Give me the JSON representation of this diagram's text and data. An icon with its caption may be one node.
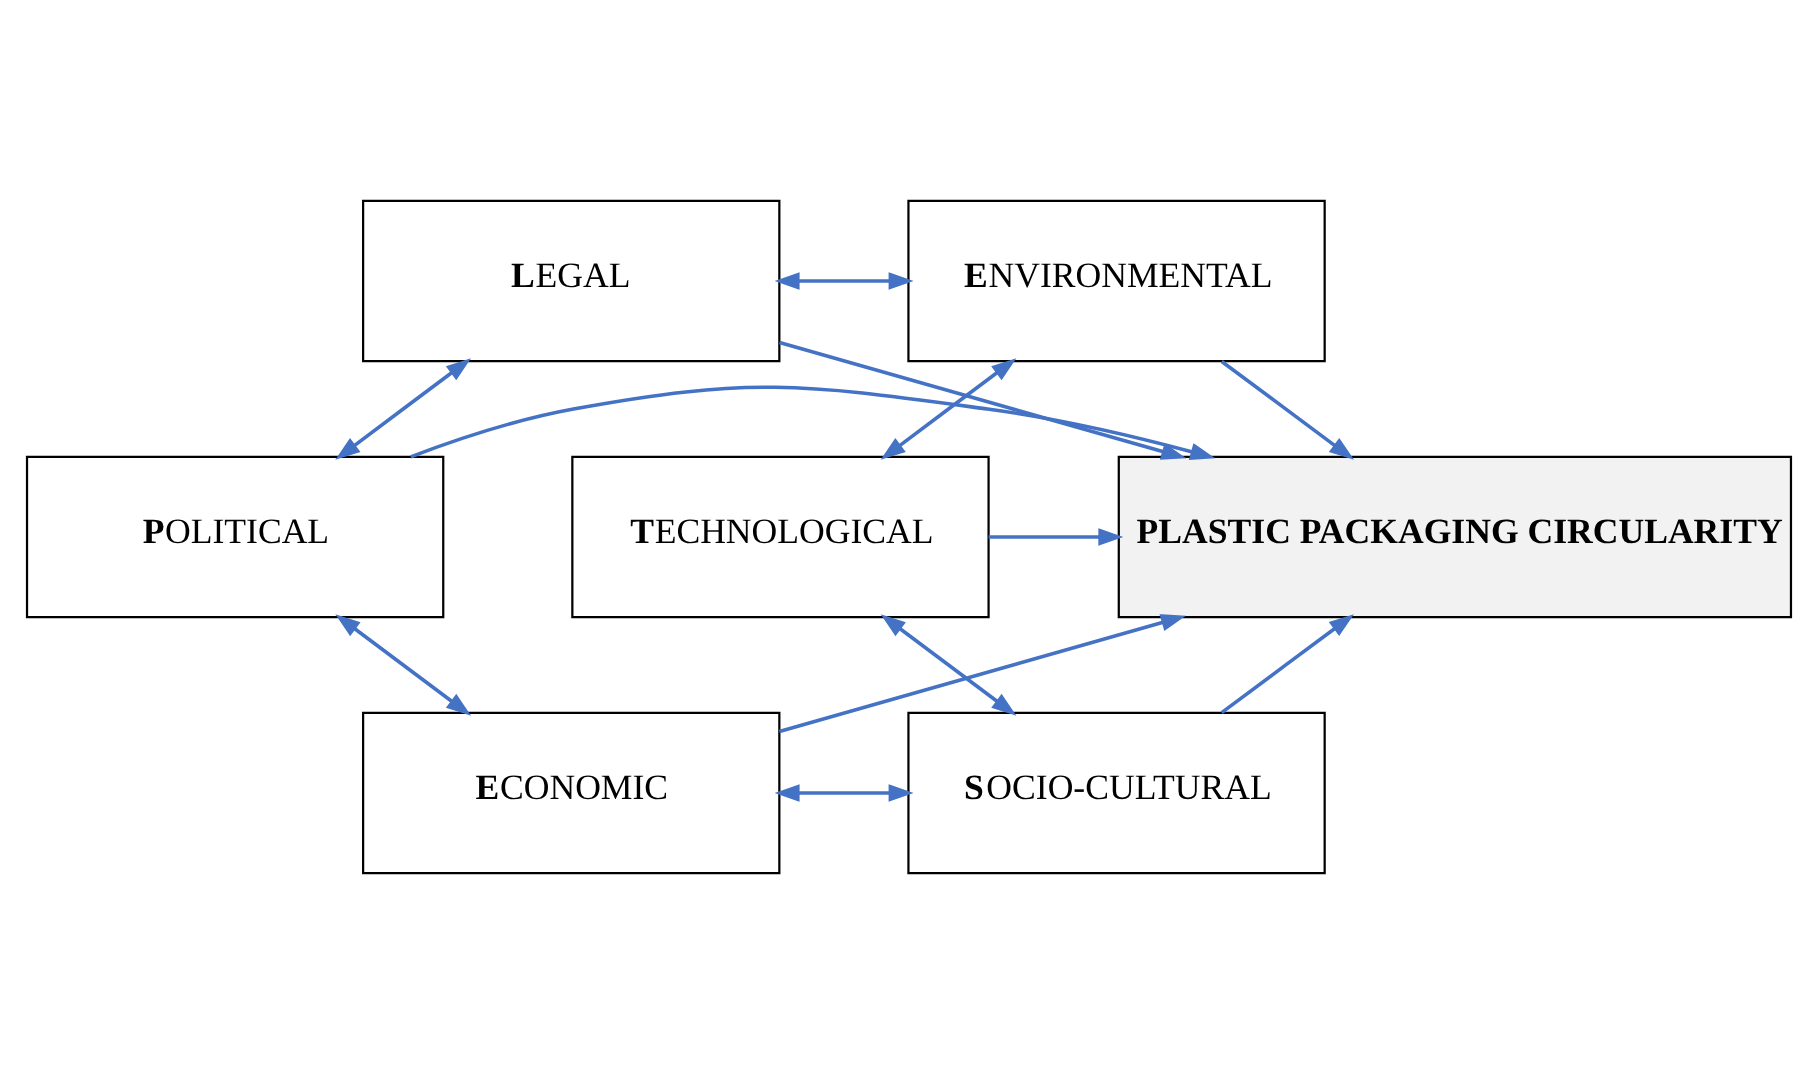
{
  "diagram": {
    "nodes": [
      {
        "text": [
          "**L**EGAL"
        ]
      },
      {
        "text": [
          "**E**NVIRONMENTAL"
        ]
      },
      {
        "text": [
          "**P**OLITICAL"
        ]
      },
      {
        "text": [
          "PLASTIC PACKAGING CIRCULARITY"
        ]
      },
      {
        "text": [
          "**T**ECHNOLOGICAL"
        ]
      },
      {
        "text": [
          "**E**CONOMIC"
        ]
      },
      {
        "text": [
          "**S**OCIO-CULTURAL"
        ]
      }
    ],
    "edges": [
      {
        "from": 0,
        "to": 1,
        "arrow": "both"
      },
      {
        "from": 0,
        "to": 2,
        "arrow": "both"
      },
      {
        "from": 0,
        "to": 3,
        "arrow": "to"
      },
      {
        "from": 1,
        "to": 3,
        "arrow": "to"
      },
      {
        "from": 1,
        "to": 4,
        "arrow": "both"
      },
      {
        "from": 2,
        "to": 3,
        "arrow": "to"
      },
      {
        "from": 4,
        "to": 3,
        "arrow": "to"
      },
      {
        "from": 2,
        "to": 5,
        "arrow": "both"
      },
      {
        "from": 5,
        "to": 3,
        "arrow": "to"
      },
      {
        "from": 6,
        "to": 3,
        "arrow": "to"
      },
      {
        "from": 4,
        "to": 6,
        "arrow": "both"
      },
      {
        "from": 5,
        "to": 6,
        "arrow": "both"
      }
    ]
  }
}
